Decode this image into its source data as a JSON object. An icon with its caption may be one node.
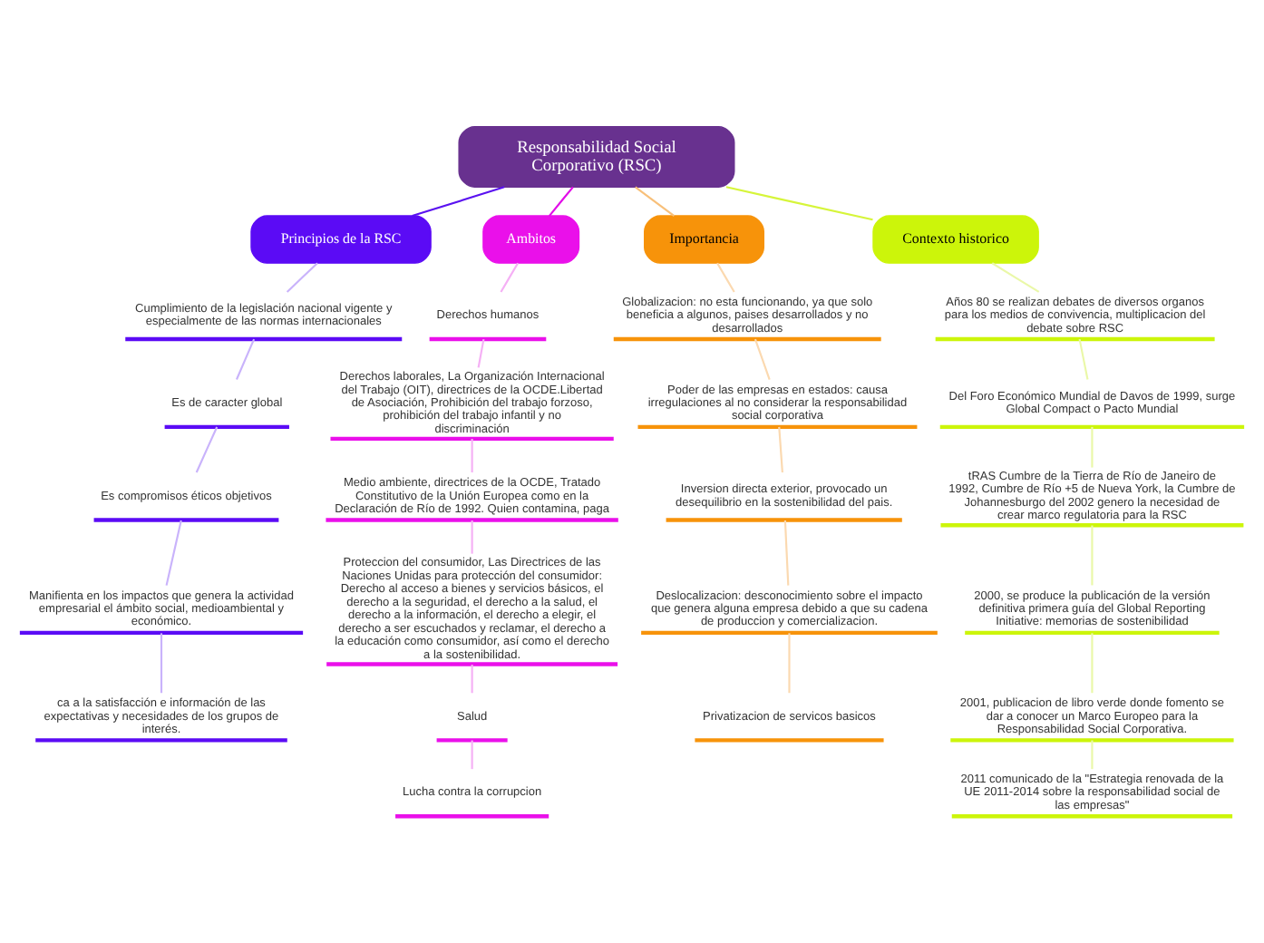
{
  "diagram": {
    "nodes": [
      {
        "text": [
          "Responsabilidad Social Corporativo (RSC)"
        ]
      },
      {
        "text": [
          "Principios de la RSC"
        ]
      },
      {
        "text": [
          "Cumplimiento de la legislación nacional vigente y especialmente de las normas internacionales"
        ]
      },
      {
        "text": [
          "Es de caracter global"
        ]
      },
      {
        "text": [
          "Es compromisos éticos objetivos"
        ]
      },
      {
        "text": [
          "Manifienta en los impactos que genera la actividad empresarial el ámbito social, medioambiental y económico."
        ]
      },
      {
        "text": [
          "ca a la satisfacción e información de las expectativas y necesidades de los grupos de interés."
        ]
      },
      {
        "text": [
          "Ambitos"
        ]
      },
      {
        "text": [
          "Derechos humanos"
        ]
      },
      {
        "text": [
          "Derechos laborales, La Organización Internacional del Trabajo (OIT), directrices de la OCDE.Libertad de Asociación, Prohibición del trabajo forzoso, prohibición del trabajo infantil y no discriminación"
        ]
      },
      {
        "text": [
          "Medio ambiente, directrices de la OCDE, Tratado Constitutivo de la Unión Europea como en la Declaración de Río de 1992. Quien contamina, paga"
        ]
      },
      {
        "text": [
          "Proteccion del consumidor, Las Directrices de las Naciones Unidas para protección del consumidor: Derecho al acceso a bienes y servicios básicos, el derecho a la seguridad, el derecho a la salud, el derecho a la información, el derecho a elegir, el derecho a ser escuchados y reclamar, el derecho a la educación como consumidor, así como el derecho a la sostenibilidad."
        ]
      },
      {
        "text": [
          "Salud"
        ]
      },
      {
        "text": [
          "Lucha contra la corrupcion"
        ]
      },
      {
        "text": [
          "Importancia"
        ]
      },
      {
        "text": [
          "Globalizacion: no esta funcionando, ya que solo beneficia a algunos, paises desarrollados y no desarrollados"
        ]
      },
      {
        "text": [
          "Poder de las empresas en estados: causa irregulaciones al no considerar la responsabilidad social corporativa"
        ]
      },
      {
        "text": [
          "Inversion directa exterior, provocado un desequilibrio en la sostenibilidad del pais."
        ]
      },
      {
        "text": [
          "Deslocalizacion: desconocimiento sobre el impacto que genera alguna empresa debido a que su cadena de produccion y comercializacion."
        ]
      },
      {
        "text": [
          "Privatizacion de servicos basicos"
        ]
      },
      {
        "text": [
          "Contexto historico"
        ]
      },
      {
        "text": [
          "Años 80 se realizan debates de diversos organos para los medios de convivencia, multiplicacion del debate sobre RSC"
        ]
      },
      {
        "text": [
          "Del Foro Económico Mundial de Davos de 1999, surge Global Compact o Pacto Mundial"
        ]
      },
      {
        "text": [
          "tRAS Cumbre de la Tierra de Río de Janeiro de 1992, Cumbre de Río +5 de Nueva York, la Cumbre de Johannesburgo del 2002 genero la necesidad de crear marco regulatoria para la RSC"
        ]
      },
      {
        "text": [
          "2000, se produce la publicación de la versión definitiva primera guía del Global Reporting Initiative: memorias de sostenibilidad"
        ]
      },
      {
        "text": [
          "2001, publicacion de libro verde donde fomento se dar a conocer un Marco Europeo para la Responsabilidad Social Corporativa."
        ]
      },
      {
        "text": [
          "2011 comunicado de la \"Estrategia renovada de la UE 2011-2014 sobre la responsabilidad social de las empresas\""
        ]
      }
    ],
    "edges": [
      {
        "from": 0,
        "to": 1,
        "arrow": "none",
        "color": "#5a12f0"
      },
      {
        "from": 1,
        "to": 2,
        "arrow": "none",
        "color": "#c9b3fb"
      },
      {
        "from": 2,
        "to": 3,
        "arrow": "none",
        "color": "#c9b3fb"
      },
      {
        "from": 3,
        "to": 4,
        "arrow": "none",
        "color": "#c9b3fb"
      },
      {
        "from": 4,
        "to": 5,
        "arrow": "none",
        "color": "#c9b3fb"
      },
      {
        "from": 5,
        "to": 6,
        "arrow": "none",
        "color": "#c9b3fb"
      },
      {
        "from": 0,
        "to": 7,
        "arrow": "none",
        "color": "#e20de8"
      },
      {
        "from": 7,
        "to": 8,
        "arrow": "none",
        "color": "#f5b0f5"
      },
      {
        "from": 8,
        "to": 9,
        "arrow": "none",
        "color": "#f5b0f5"
      },
      {
        "from": 9,
        "to": 10,
        "arrow": "none",
        "color": "#f5b0f5"
      },
      {
        "from": 10,
        "to": 11,
        "arrow": "none",
        "color": "#f5b0f5"
      },
      {
        "from": 11,
        "to": 12,
        "arrow": "none",
        "color": "#f5b0f5"
      },
      {
        "from": 12,
        "to": 13,
        "arrow": "none",
        "color": "#f5b0f5"
      },
      {
        "from": 0,
        "to": 14,
        "arrow": "none",
        "color": "#f8c07a"
      },
      {
        "from": 14,
        "to": 15,
        "arrow": "none",
        "color": "#fbd9b0"
      },
      {
        "from": 15,
        "to": 16,
        "arrow": "none",
        "color": "#fbd9b0"
      },
      {
        "from": 16,
        "to": 17,
        "arrow": "none",
        "color": "#fbd9b0"
      },
      {
        "from": 17,
        "to": 18,
        "arrow": "none",
        "color": "#fbd9b0"
      },
      {
        "from": 18,
        "to": 19,
        "arrow": "none",
        "color": "#fbd9b0"
      },
      {
        "from": 0,
        "to": 20,
        "arrow": "none",
        "color": "#d6f53a"
      },
      {
        "from": 20,
        "to": 21,
        "arrow": "none",
        "color": "#eaf8a8"
      },
      {
        "from": 21,
        "to": 22,
        "arrow": "none",
        "color": "#eaf8a8"
      },
      {
        "from": 22,
        "to": 23,
        "arrow": "none",
        "color": "#eaf8a8"
      },
      {
        "from": 23,
        "to": 24,
        "arrow": "none",
        "color": "#eaf8a8"
      },
      {
        "from": 24,
        "to": 25,
        "arrow": "none",
        "color": "#eaf8a8"
      },
      {
        "from": 25,
        "to": 26,
        "arrow": "none",
        "color": "#eaf8a8"
      }
    ]
  }
}
